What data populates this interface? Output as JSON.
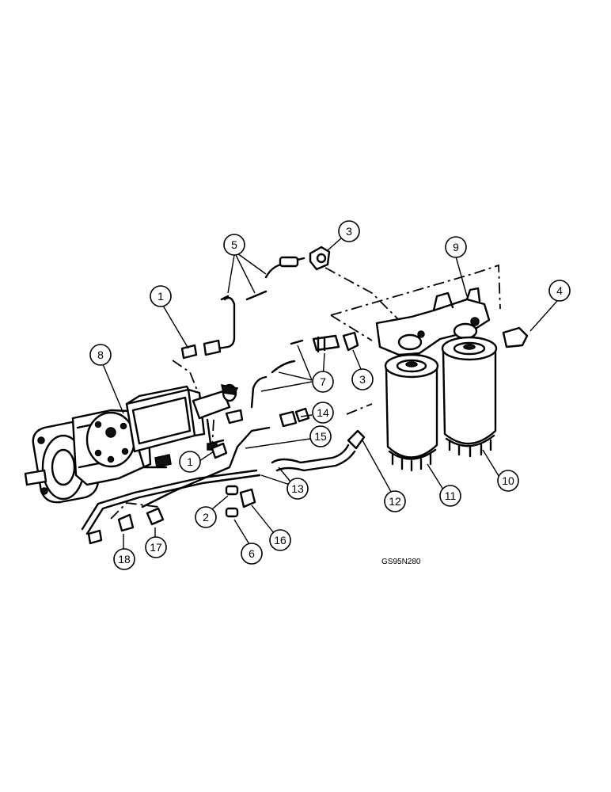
{
  "callouts": [
    {
      "id": "c3a",
      "label": "3"
    },
    {
      "id": "c5",
      "label": "5"
    },
    {
      "id": "c9",
      "label": "9"
    },
    {
      "id": "c4",
      "label": "4"
    },
    {
      "id": "c1a",
      "label": "1"
    },
    {
      "id": "c8",
      "label": "8"
    },
    {
      "id": "c7",
      "label": "7"
    },
    {
      "id": "c3b",
      "label": "3"
    },
    {
      "id": "c14",
      "label": "14"
    },
    {
      "id": "c15",
      "label": "15"
    },
    {
      "id": "c1b",
      "label": "1"
    },
    {
      "id": "c13",
      "label": "13"
    },
    {
      "id": "c12",
      "label": "12"
    },
    {
      "id": "c11",
      "label": "11"
    },
    {
      "id": "c10",
      "label": "10"
    },
    {
      "id": "c2",
      "label": "2"
    },
    {
      "id": "c16",
      "label": "16"
    },
    {
      "id": "c6",
      "label": "6"
    },
    {
      "id": "c17",
      "label": "17"
    },
    {
      "id": "c18",
      "label": "18"
    }
  ],
  "reference_code": "GS95N280"
}
